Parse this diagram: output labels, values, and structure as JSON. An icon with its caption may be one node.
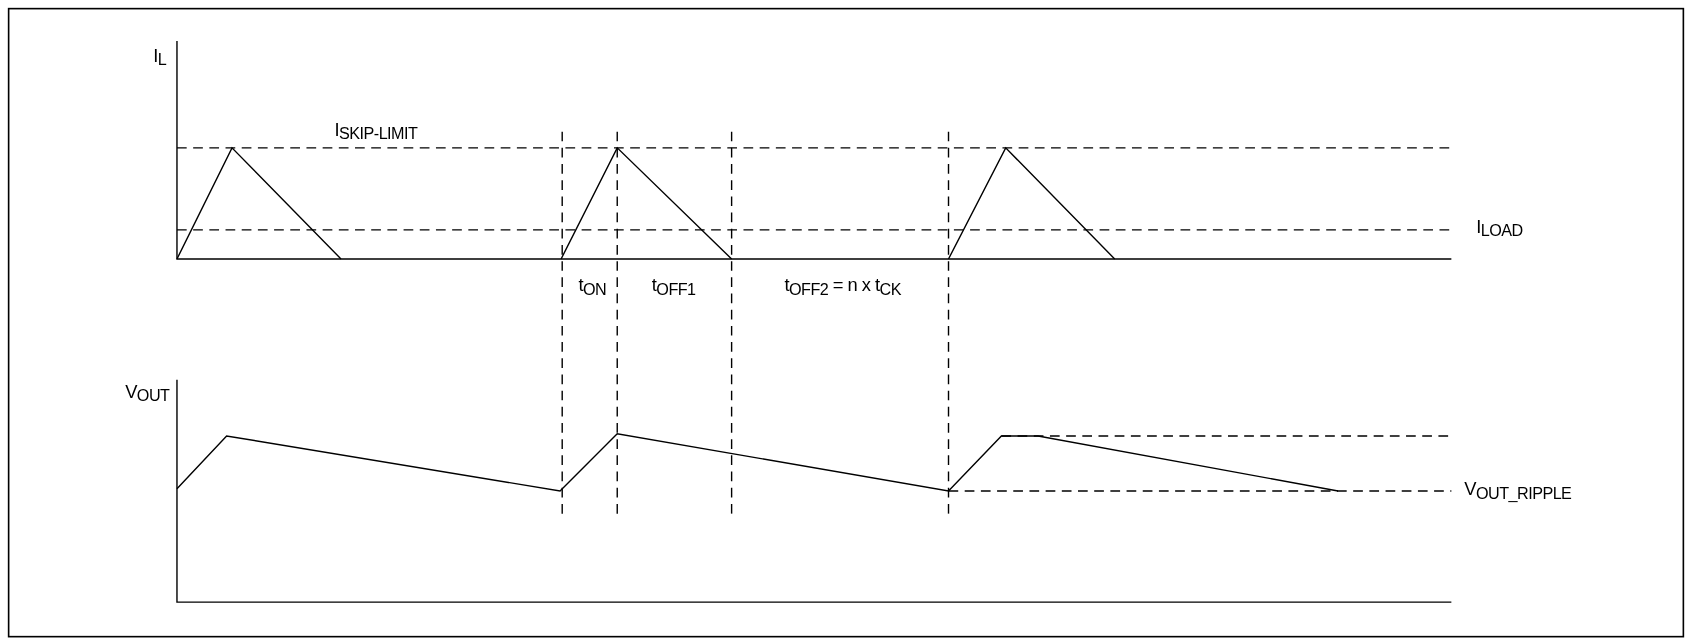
{
  "diagram": {
    "labels": [
      "I$_{L}$",
      "I$_{SKIP-LIMIT}$",
      "I$_{LOAD}$",
      "t$_{ON}$",
      "t$_{OFF1}$",
      "t$_{OFF2}$ = n x t$_{CK}$",
      "V$_{OUT}$",
      "V$_{OUT_RIPPLE}$"
    ]
  }
}
